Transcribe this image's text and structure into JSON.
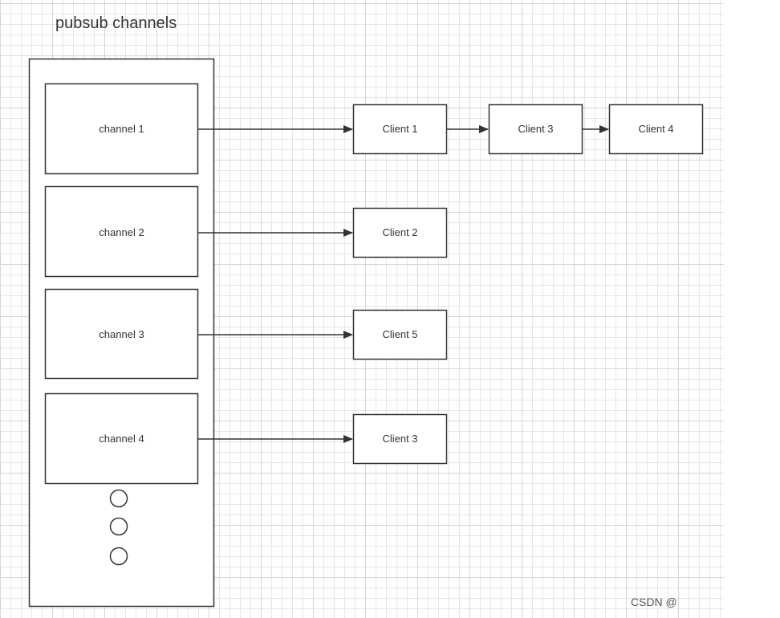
{
  "title": "pubsub channels",
  "channels": [
    {
      "label": "channel 1"
    },
    {
      "label": "channel 2"
    },
    {
      "label": "channel 3"
    },
    {
      "label": "channel 4"
    }
  ],
  "clients": [
    {
      "label": "Client 1"
    },
    {
      "label": "Client 3"
    },
    {
      "label": "Client 4"
    },
    {
      "label": "Client 2"
    },
    {
      "label": "Client 5"
    },
    {
      "label": "Client 3"
    }
  ],
  "links": [
    {
      "from": "channel 1",
      "to": "Client 1"
    },
    {
      "from": "Client 1",
      "to": "Client 3"
    },
    {
      "from": "Client 3",
      "to": "Client 4"
    },
    {
      "from": "channel 2",
      "to": "Client 2"
    },
    {
      "from": "channel 3",
      "to": "Client 5"
    },
    {
      "from": "channel 4",
      "to": "Client 3"
    }
  ],
  "more_indicator_count": 3,
  "watermark": "CSDN @",
  "colors": {
    "stroke": "#333333",
    "text": "#333333",
    "grid": "#e6e6e6"
  }
}
